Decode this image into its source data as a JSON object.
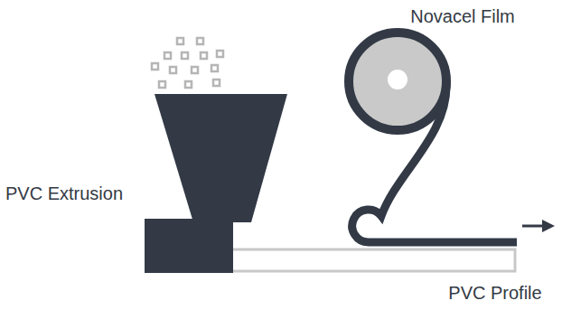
{
  "diagram": {
    "labels": [
      "Novacel Film",
      "PVC Extrusion",
      "PVC Profile"
    ]
  }
}
